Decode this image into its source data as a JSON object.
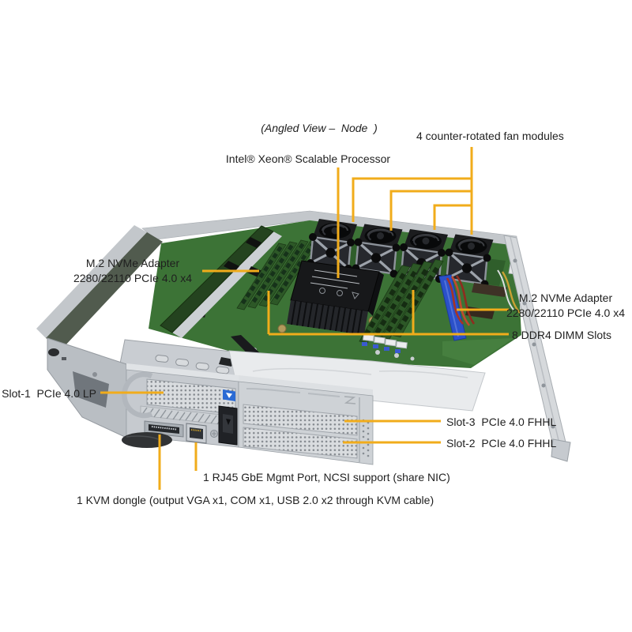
{
  "diagram": {
    "title": "(Angled View –  Node  )",
    "labels": {
      "processor": "Intel® Xeon® Scalable Processor",
      "fan_modules": "4 counter-rotated fan modules",
      "m2_left": "M.2 NVMe Adapter\n2280/22110 PCIe 4.0 x4",
      "m2_right": "M.2 NVMe Adapter\n2280/22110 PCIe 4.0 x4",
      "dimm_slots": "8 DDR4 DIMM Slots",
      "slot1": "Slot-1  PCIe 4.0 LP",
      "slot3": "Slot-3  PCIe 4.0 FHHL",
      "slot2": "Slot-2  PCIe 4.0 FHHL",
      "mgmt_port": "1 RJ45 GbE Mgmt Port, NCSI support (share NIC)",
      "kvm_dongle": "1 KVM dongle (output VGA x1, COM x1, USB 2.0 x2 through KVM cable)"
    },
    "colors": {
      "callout_line": "#F1AC1B",
      "label_text": "#1F1F1F",
      "pcb_green": "#3C7336",
      "chassis_light": "#CDD1D6",
      "fan_dark": "#1B1C1E",
      "shroud_white": "#E9EBED",
      "dimm_green": "#2D5827",
      "slot_blue": "#2B51C9",
      "background": "#FFFFFF"
    }
  }
}
